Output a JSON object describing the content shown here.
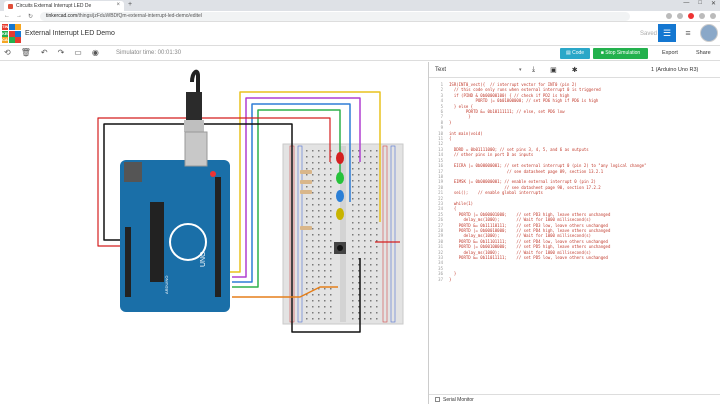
{
  "browser": {
    "tab_title": "Circuits External Interrupt LED De",
    "url_host": "tinkercad.com",
    "url_path": "/things/jzFduWBDfQm-external-interrupt-led-demo/editel"
  },
  "header": {
    "logo_letters": [
      "TIN",
      "KER",
      "CAD"
    ],
    "project_title": "External Interrupt LED Demo",
    "saved_label": "Saved"
  },
  "toolbar": {
    "sim_time": "Simulator time: 00:01:30",
    "code_label": "Code",
    "sim_label": "Stop Simulation",
    "export_label": "Export",
    "share_label": "Share"
  },
  "code_panel": {
    "mode": "Text",
    "device": "1 (Arduino Uno R3)",
    "serial_label": "Serial Monitor",
    "lines": [
      {
        "n": "1",
        "t": "ISR(INT0_vect){  // interrupt vector for INT0 (pin 2)"
      },
      {
        "n": "2",
        "t": "  // this code only runs when external interrupt 0 is triggered"
      },
      {
        "n": "3",
        "t": "  if (PIND & 0b00000100) { // check if PD2 is high"
      },
      {
        "n": "4",
        "t": "           PORTD |= 0b01000000; // set PD6 high if PD6 is high"
      },
      {
        "n": "5",
        "t": "  } else {"
      },
      {
        "n": "6",
        "t": "       PORTD &= 0b10111111; // else, set PD6 low"
      },
      {
        "n": "7",
        "t": "        }"
      },
      {
        "n": "8",
        "t": "}"
      },
      {
        "n": "9",
        "t": ""
      },
      {
        "n": "10",
        "t": "int main(void)"
      },
      {
        "n": "11",
        "t": "{"
      },
      {
        "n": "12",
        "t": ""
      },
      {
        "n": "13",
        "t": "  DDRD = 0b01111000; // set pins 3, 4, 5, and 6 as outputs"
      },
      {
        "n": "14",
        "t": "  // other pins in port D as inputs"
      },
      {
        "n": "15",
        "t": ""
      },
      {
        "n": "16",
        "t": "  EICRA |= 0b00000001; // set external interrupt 0 (pin 2) to \"any logical change\""
      },
      {
        "n": "17",
        "t": "                        // see datasheet page 89, section 13.2.1"
      },
      {
        "n": "18",
        "t": ""
      },
      {
        "n": "19",
        "t": "  EIMSK |= 0b00000001; // enable external interrupt 0 (pin 2)"
      },
      {
        "n": "20",
        "t": "                       // see datasheet page 90, section 17.2.2"
      },
      {
        "n": "21",
        "t": "  sei();    // enable global interrupts"
      },
      {
        "n": "22",
        "t": ""
      },
      {
        "n": "23",
        "t": "  while(1)"
      },
      {
        "n": "24",
        "t": "  {"
      },
      {
        "n": "25",
        "t": "    PORTD |= 0b00001000;    // set PD3 high, leave others unchanged"
      },
      {
        "n": "26",
        "t": "      delay_ms(1000);       // Wait for 1000 millisecond(s)"
      },
      {
        "n": "27",
        "t": "    PORTD &= 0b11110111;    // set PD3 low, leave others unchanged"
      },
      {
        "n": "28",
        "t": "    PORTD |= 0b00010000;    // set PD4 high, leave others unchanged"
      },
      {
        "n": "29",
        "t": "      delay_ms(1000);       // Wait for 1000 millisecond(s)"
      },
      {
        "n": "30",
        "t": "    PORTD &= 0b11101111;    // set PD4 low, leave others unchanged"
      },
      {
        "n": "31",
        "t": "    PORTD |= 0b00100000;    // set PD5 high, leave others unchanged"
      },
      {
        "n": "32",
        "t": "      delay_ms(1000);       // Wait for 1000 millisecond(s)"
      },
      {
        "n": "33",
        "t": "    PORTD &= 0b11011111;    // set PD5 low, leave others unchanged"
      },
      {
        "n": "34",
        "t": ""
      },
      {
        "n": "35",
        "t": ""
      },
      {
        "n": "36",
        "t": "  }"
      },
      {
        "n": "37",
        "t": "}"
      }
    ]
  },
  "circuit": {
    "board_label": "UNO",
    "board_brand": "ARDUINO",
    "led_colors": [
      "#d42020",
      "#27c23a",
      "#2b7fd6",
      "#c8b400"
    ],
    "wire_colors": [
      "#e8c21e",
      "#b03fd0",
      "#2e7dd6",
      "#2fb04a",
      "#111111",
      "#d41e1e",
      "#e57f1a"
    ]
  }
}
